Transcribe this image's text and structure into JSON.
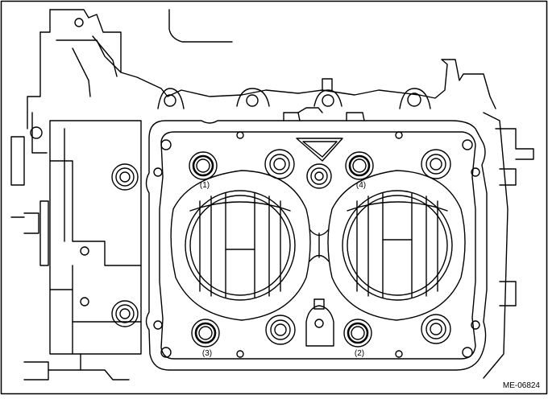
{
  "diagram": {
    "figure_id": "ME-06824",
    "bolt_labels": {
      "b1": "(1)",
      "b2": "(2)",
      "b3": "(3)",
      "b4": "(4)"
    },
    "colors": {
      "line": "#000000",
      "fill": "#ffffff",
      "border": "#000000"
    }
  }
}
